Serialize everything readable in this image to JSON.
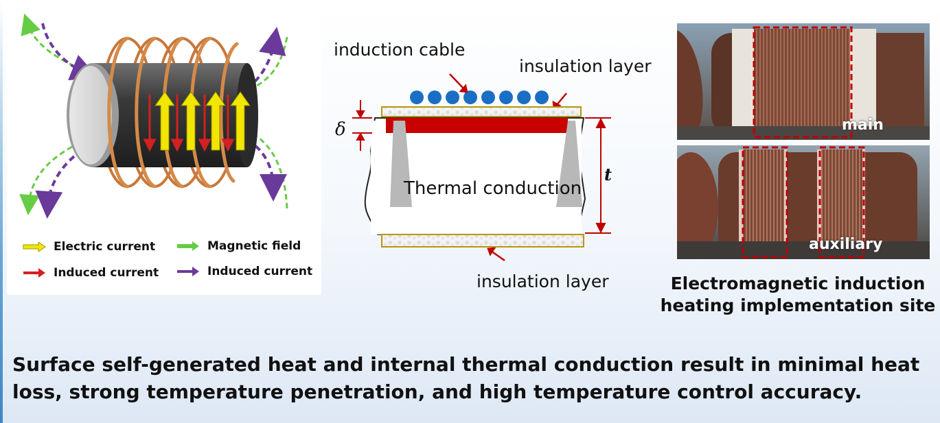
{
  "legend": {
    "electric_current": "Electric current",
    "magnetic_field": "Magnetic field",
    "induced_current_red": "Induced current",
    "induced_current_purple": "Induced current",
    "colors": {
      "electric_current": "#f2e600",
      "magnetic_field": "#66cc44",
      "induced_current_red": "#d42020",
      "induced_current_purple": "#6a3a9a"
    }
  },
  "cross_section": {
    "induction_cable_label": "induction cable",
    "insulation_layer_top_label": "insulation layer",
    "insulation_layer_bottom_label": "insulation layer",
    "thermal_conduction_label": "Thermal conduction",
    "delta_symbol": "δ",
    "thickness_symbol": "t",
    "colors": {
      "cable": "#1a6fc4",
      "heated_layer": "#c80000",
      "dimension": "#c00000"
    }
  },
  "site": {
    "main_label": "main",
    "auxiliary_label": "auxiliary",
    "caption_line1": "Electromagnetic induction",
    "caption_line2": "heating implementation site"
  },
  "conclusion": {
    "line1": "Surface self-generated heat and internal thermal conduction result in minimal heat",
    "line2": "loss, strong temperature penetration, and high temperature control accuracy."
  }
}
